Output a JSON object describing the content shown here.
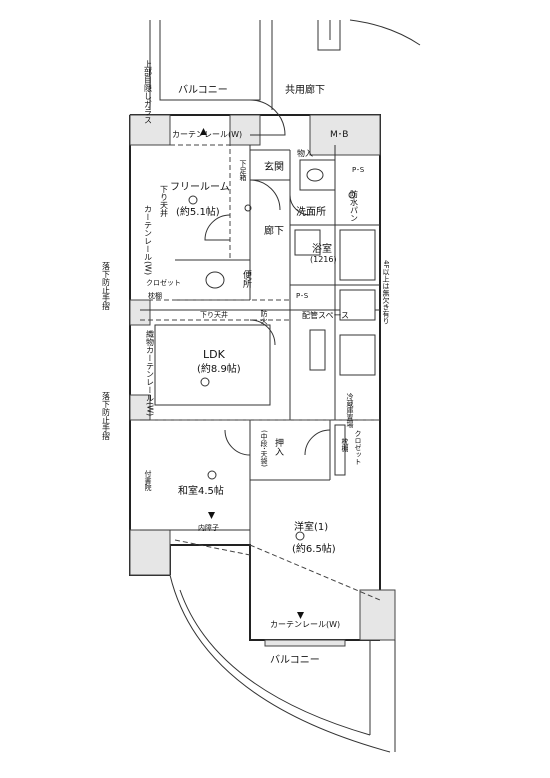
{
  "labels": {
    "balcony_top": "バルコニー",
    "common_corridor": "共用廊下",
    "upper_floor_glass": "上部目隠しガラス",
    "mb": "M･B",
    "storage": "物入",
    "shoe_box": "下足箱",
    "entrance": "玄関",
    "curtain_rail_top": "カーテンレール(W)",
    "free_room": "フリールーム",
    "free_room_size": "(約5.1帖)",
    "curtain_rail_left": "カーテンレール(W)",
    "lowered_ceiling_left": "下り天井",
    "corridor": "廊下",
    "washroom": "洗面所",
    "waterproof_pan": "防水パン",
    "bathroom": "浴室",
    "bath_size": "(1216)",
    "ps1": "P･S",
    "toilet": "便所",
    "closet_small": "クロゼット",
    "shelf_left": "枕棚",
    "ps2": "P･S",
    "piping_space": "配管スペース",
    "lowered_ceiling_mid": "下り天井",
    "fireproof_left": "防火",
    "ldk": "LDK",
    "ldk_size": "(約8.9帖)",
    "woven_curtain": "織物カーテンレール(W)",
    "fall_prevention_1": "落下防止手摺",
    "fall_prevention_2": "落下防止手摺",
    "fridge_space": "冷蔵庫置場",
    "floor_note": "4F以上は無欠き有り",
    "closet_right": "クロゼット",
    "shelf_right": "枕棚",
    "oshiire": "押入",
    "oshiire_sub": "(中段･天袋)",
    "washitsu": "和室4.5帖",
    "tsukeshoin": "付書院",
    "inner_shoji": "内障子",
    "youshitsu": "洋室(1)",
    "youshitsu_size": "(約6.5帖)",
    "curtain_rail_bottom": "カーテンレール(W)",
    "balcony_bottom": "バルコニー"
  }
}
